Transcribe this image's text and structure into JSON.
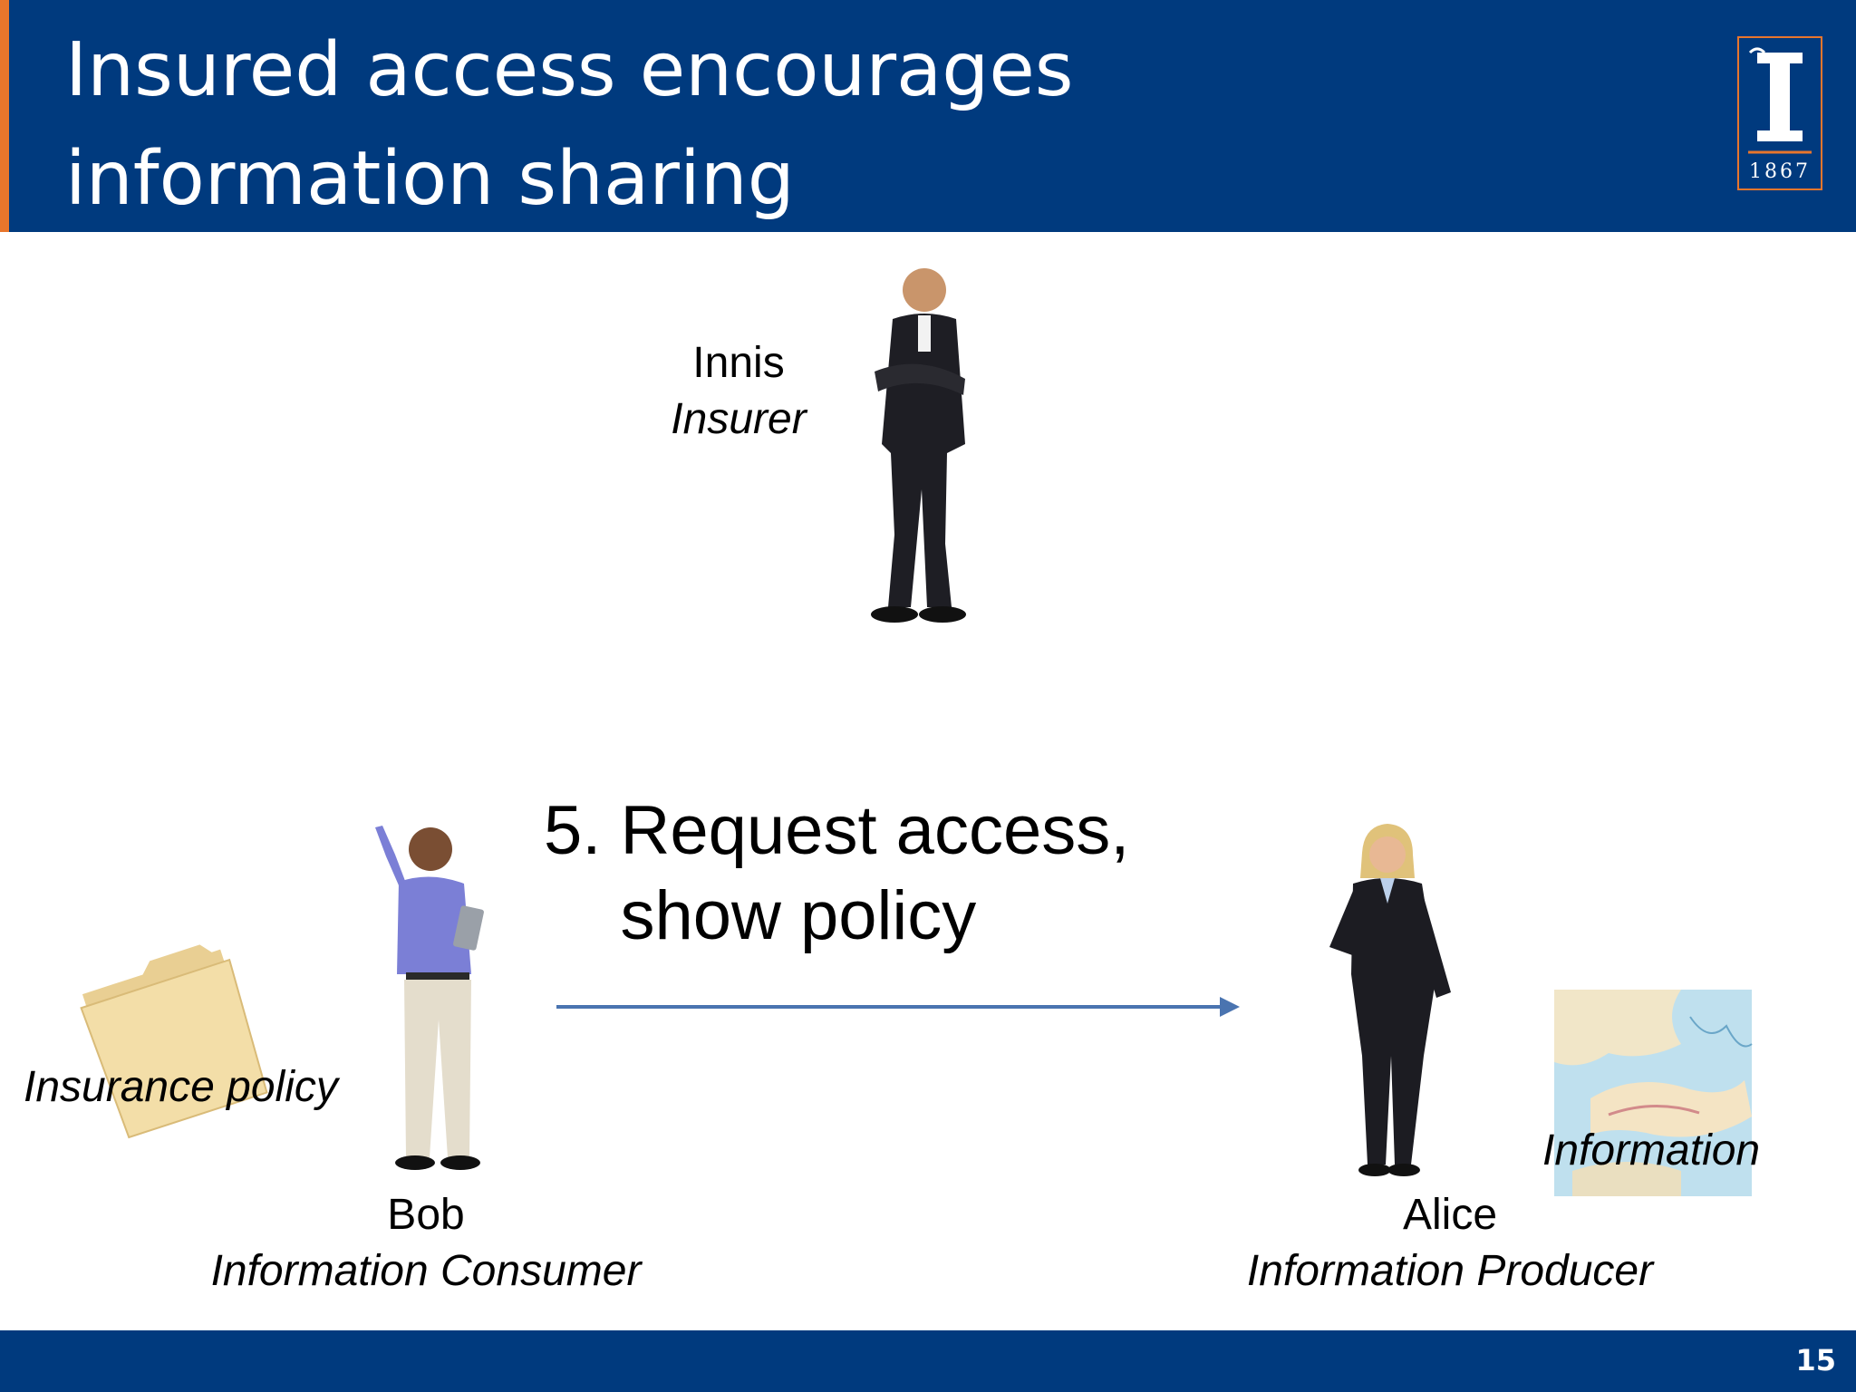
{
  "slide": {
    "title": "Insured access encourages\ninformation sharing",
    "page_number": "15",
    "logo_year": "1867",
    "colors": {
      "header": "#003a7e",
      "accent": "#e8762c",
      "arrow": "#4a74b0"
    }
  },
  "insurer": {
    "name": "Innis",
    "role": "Insurer"
  },
  "consumer": {
    "name": "Bob",
    "role": "Information Consumer"
  },
  "producer": {
    "name": "Alice",
    "role": "Information Producer"
  },
  "step": {
    "text": "5. Request access,\n    show policy"
  },
  "items": {
    "policy_label": "Insurance policy",
    "information_label": "Information"
  }
}
